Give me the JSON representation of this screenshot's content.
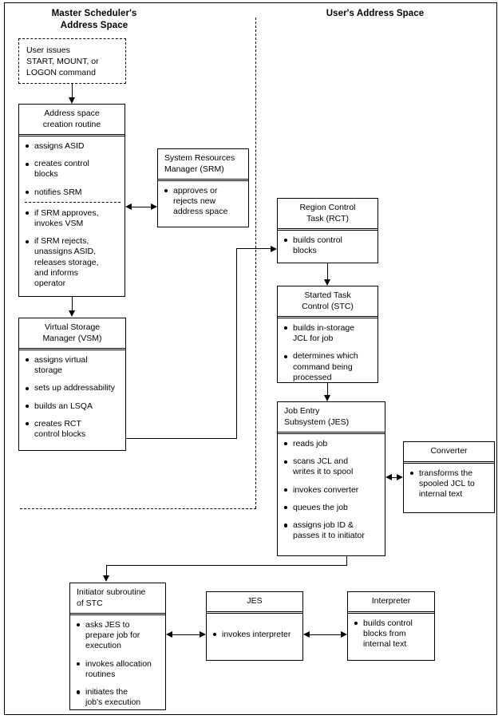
{
  "headings": {
    "left": "Master Scheduler's\nAddress Space",
    "left_line1": "Master Scheduler's",
    "left_line2": "Address Space",
    "right": "User's Address Space"
  },
  "boxes": {
    "user_issues": {
      "name": "user-issues-note",
      "text_line1": "User issues",
      "text_line2": "START, MOUNT, or",
      "text_line3": "LOGON command"
    },
    "address_space": {
      "title_line1": "Address space",
      "title_line2": "creation routine",
      "items": [
        "assigns ASID",
        "creates control\nblocks",
        "notifies SRM",
        "if SRM approves,\ninvokes VSM",
        "if SRM rejects,\nunassigns ASID,\nreleases storage,\nand informs\noperator"
      ]
    },
    "srm": {
      "title_line1": "System Resources",
      "title_line2": "Manager (SRM)",
      "items": [
        "approves or\nrejects new\naddress space"
      ]
    },
    "vsm": {
      "title_line1": "Virtual Storage",
      "title_line2": "Manager (VSM)",
      "items": [
        "assigns virtual\nstorage",
        "sets up addressability",
        "builds an LSQA",
        "creates RCT\ncontrol blocks"
      ]
    },
    "rct": {
      "title_line1": "Region Control",
      "title_line2": "Task (RCT)",
      "items": [
        "builds control\nblocks"
      ]
    },
    "stc": {
      "title_line1": "Started Task",
      "title_line2": "Control (STC)",
      "items": [
        "builds in-storage\nJCL for job",
        "determines which\ncommand being\nprocessed"
      ]
    },
    "jes_main": {
      "title_line1": "Job Entry",
      "title_line2": "Subsystem (JES)",
      "items": [
        "reads job",
        "scans JCL and\nwrites it to spool",
        "invokes converter",
        "queues the job",
        "assigns job ID &\npasses it to initiator"
      ]
    },
    "converter": {
      "title_line1": "Converter",
      "title_line2": "",
      "items": [
        "transforms the\nspooled JCL to\ninternal text"
      ]
    },
    "initiator": {
      "title_line1": "Initiator subroutine",
      "title_line2": "of STC",
      "items": [
        "asks JES to\nprepare job for\nexecution",
        "invokes allocation\nroutines",
        "initiates the\njob's execution"
      ]
    },
    "jes_bottom": {
      "title_line1": "JES",
      "title_line2": "",
      "items": [
        "invokes interpreter"
      ]
    },
    "interpreter": {
      "title_line1": "Interpreter",
      "title_line2": "",
      "items": [
        "builds control\nblocks from\ninternal text"
      ]
    }
  },
  "colors": {
    "ink": "#000000",
    "paper": "#ffffff"
  }
}
